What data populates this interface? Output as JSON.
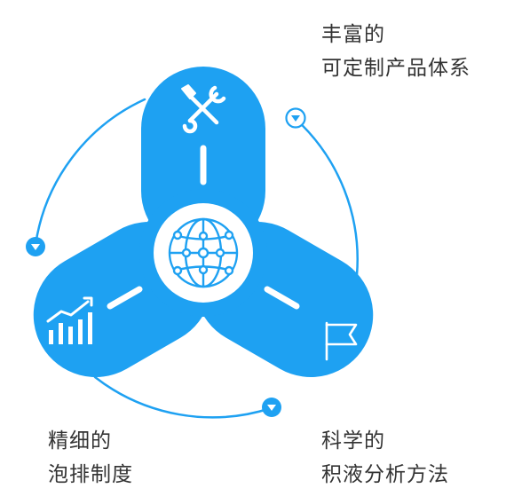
{
  "colors": {
    "accent": "#1ea1f2",
    "icon_white": "#ffffff",
    "text": "#333333",
    "background": "#ffffff"
  },
  "center": {
    "icon": "globe-network-icon"
  },
  "arms": [
    {
      "position": "top",
      "icon": "wrench-screwdriver-icon"
    },
    {
      "position": "bottom-left",
      "icon": "bar-chart-trend-icon"
    },
    {
      "position": "bottom-right",
      "icon": "flag-icon"
    }
  ],
  "labels": {
    "top_right": {
      "line1": "丰富的",
      "line2": "可定制产品体系"
    },
    "bottom_left": {
      "line1": "精细的",
      "line2": "泡排制度"
    },
    "bottom_right": {
      "line1": "科学的",
      "line2": "积液分析方法"
    }
  },
  "cycle_arrows": [
    {
      "icon": "arrow-down-circle-icon",
      "placement": "left"
    },
    {
      "icon": "arrow-down-circle-icon",
      "placement": "top-right"
    },
    {
      "icon": "arrow-down-circle-icon",
      "placement": "bottom"
    }
  ]
}
